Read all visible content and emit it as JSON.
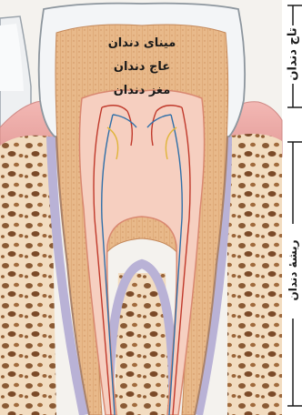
{
  "labels": {
    "enamel": "مینای دندان",
    "dentin": "عاج دندان",
    "pulp": "مغز دندان"
  },
  "side_labels": {
    "crown": "تاج دندان",
    "root": "ریشهٔ دندان"
  }
}
